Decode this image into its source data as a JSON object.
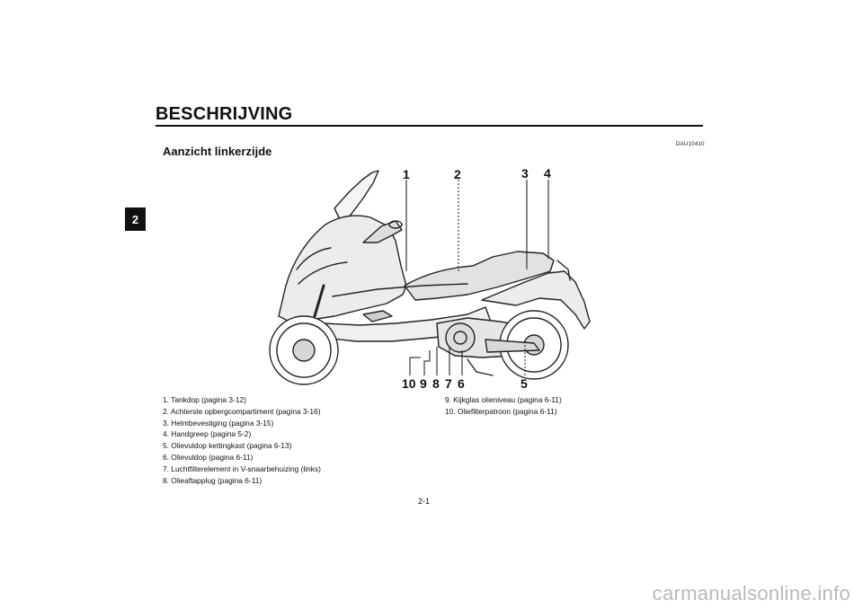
{
  "chapter_tab": "2",
  "section_title": "BESCHRIJVING",
  "doc_code": "DAU10410",
  "subsection_title": "Aanzicht linkerzijde",
  "callouts": [
    "1",
    "2",
    "3",
    "4",
    "5",
    "6",
    "7",
    "8",
    "9",
    "10"
  ],
  "legend_left": [
    "1. Tankdop (pagina 3-12)",
    "2. Achterste opbergcompartiment (pagina 3-16)",
    "3. Helmbevestiging (pagina 3-15)",
    "4. Handgreep (pagina 5-2)",
    "5. Olievuldop kettingkast (pagina 6-13)",
    "6. Olievuldop (pagina 6-11)",
    "7. Luchtfilterelement in V-snaarbehuizing (links)",
    "8. Olieaftapplug (pagina 6-11)"
  ],
  "legend_right": [
    "9. Kijkglas olieniveau (pagina 6-11)",
    "10. Oliefilterpatroon (pagina 6-11)"
  ],
  "page_number": "2-1",
  "watermark": "carmanualsonline.info"
}
